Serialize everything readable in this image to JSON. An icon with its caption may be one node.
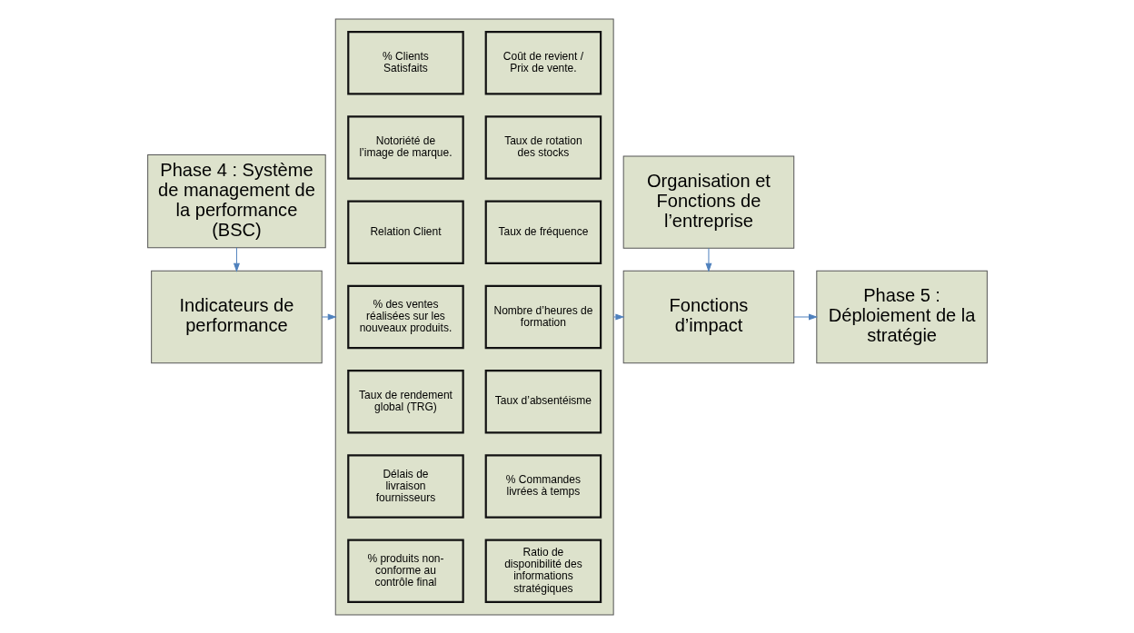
{
  "diagram": {
    "nodes": [
      {
        "text": [
          "Phase 4 : Système de management de la performance (BSC)"
        ]
      },
      {
        "text": [
          "Indicateurs de performance"
        ]
      },
      {
        "text": [],
        "shape": "box"
      },
      {
        "text": [
          "% Clients Satisfaits"
        ],
        "in": 2
      },
      {
        "text": [
          "Coût de revient / Prix de vente."
        ],
        "in": 2
      },
      {
        "text": [
          "Notoriété de l’image de marque."
        ],
        "in": 2
      },
      {
        "text": [
          "Taux de rotation des stocks"
        ],
        "in": 2
      },
      {
        "text": [
          "Relation Client"
        ],
        "in": 2
      },
      {
        "text": [
          "Taux de fréquence"
        ],
        "in": 2
      },
      {
        "text": [
          "% des ventes réalisées sur les nouveaux produits."
        ],
        "in": 2
      },
      {
        "text": [
          "Nombre d’heures de formation"
        ],
        "in": 2
      },
      {
        "text": [
          "Taux de rendement global (TRG)"
        ],
        "in": 2
      },
      {
        "text": [
          "Taux d’absentéisme"
        ],
        "in": 2
      },
      {
        "text": [
          "Délais de livraison fournisseurs"
        ],
        "in": 2
      },
      {
        "text": [
          "% Commandes livrées à temps"
        ],
        "in": 2
      },
      {
        "text": [
          "% produits non-conforme au contrôle final"
        ],
        "in": 2
      },
      {
        "text": [
          "Ratio de disponibilité des informations stratégiques"
        ],
        "in": 2
      },
      {
        "text": [
          "Organisation et Fonctions de l’entreprise"
        ]
      },
      {
        "text": [
          "Fonctions d’impact"
        ]
      },
      {
        "text": [
          "Phase 5 : Déploiement de la stratégie"
        ]
      }
    ],
    "edges": [
      {
        "from": 0,
        "to": 1,
        "arrow": "to"
      },
      {
        "from": 1,
        "to": 2,
        "arrow": "to"
      },
      {
        "from": 2,
        "to": 18,
        "arrow": "to"
      },
      {
        "from": 17,
        "to": 18,
        "arrow": "to"
      },
      {
        "from": 18,
        "to": 19,
        "arrow": "to"
      }
    ]
  }
}
